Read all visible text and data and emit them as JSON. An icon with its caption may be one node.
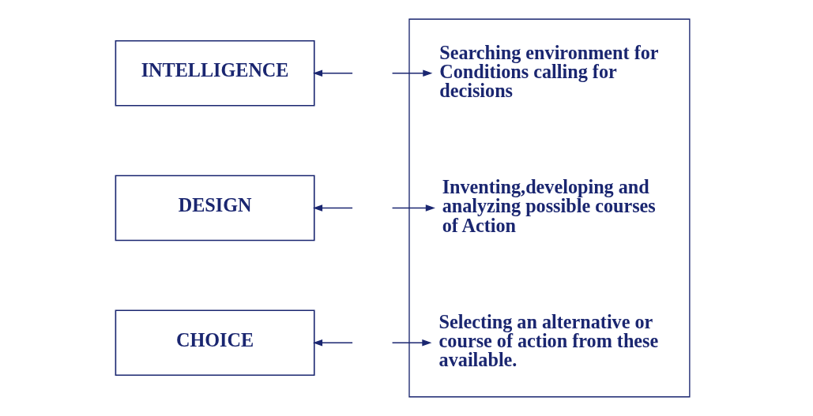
{
  "diagram": {
    "nodes": [
      {
        "text": [
          "INTELLIGENCE"
        ]
      },
      {
        "text": [
          "DESIGN"
        ]
      },
      {
        "text": [
          "CHOICE"
        ]
      },
      {
        "text": [],
        "shape": "box"
      },
      {
        "text": [
          "Searching environment for Conditions calling for decisions"
        ],
        "in": 3
      },
      {
        "text": [
          "Inventing,developing and analyzing possible courses of Action"
        ],
        "in": 3
      },
      {
        "text": [
          "Selecting an alternative or course of action from these available."
        ],
        "in": 3
      }
    ],
    "edges": [
      {
        "from": null,
        "to": 0,
        "arrow": "to"
      },
      {
        "from": null,
        "to": 1,
        "arrow": "to"
      },
      {
        "from": null,
        "to": 2,
        "arrow": "to"
      },
      {
        "from": null,
        "to": 4,
        "arrow": "to"
      },
      {
        "from": null,
        "to": 5,
        "arrow": "to"
      },
      {
        "from": null,
        "to": 6,
        "arrow": "to"
      }
    ]
  }
}
